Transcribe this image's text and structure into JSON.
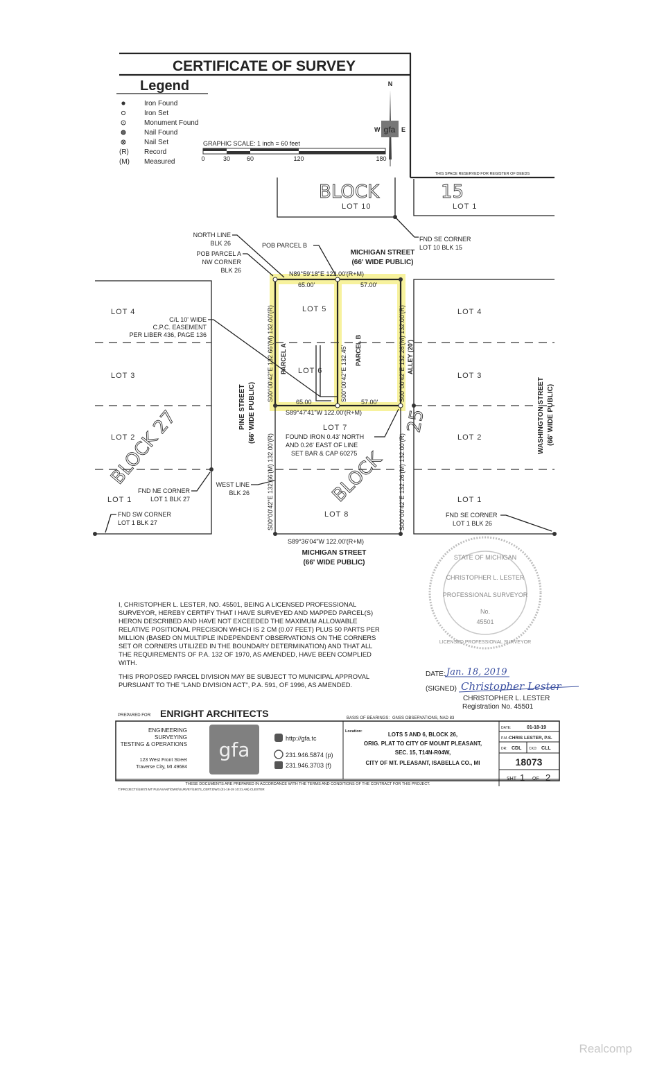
{
  "title": "CERTIFICATE OF SURVEY",
  "legend": {
    "heading": "Legend",
    "items": [
      {
        "symbol": "filled-circle",
        "label": "Iron Found"
      },
      {
        "symbol": "open-circle",
        "label": "Iron Set"
      },
      {
        "symbol": "dotted-circle",
        "label": "Monument Found"
      },
      {
        "symbol": "half-circle",
        "label": "Nail Found"
      },
      {
        "symbol": "crossed-circle",
        "label": "Nail Set"
      },
      {
        "symbol": "(R)",
        "label": "Record"
      },
      {
        "symbol": "(M)",
        "label": "Measured"
      }
    ]
  },
  "scale": {
    "label": "GRAPHIC SCALE: 1 inch = 60 feet",
    "ticks": [
      "0",
      "30",
      "60",
      "120",
      "180"
    ]
  },
  "compass": {
    "n": "N",
    "w": "W",
    "e": "E",
    "logo": "gfa"
  },
  "register_note": "THIS SPACE RESERVED FOR REGISTER OF DEEDS",
  "block15": {
    "word": "BLOCK",
    "number": "15",
    "lot_left": "LOT 10",
    "lot_right": "LOT 1"
  },
  "annotations": {
    "fnd_se_corner_15": [
      "FND SE CORNER",
      "LOT 10 BLK 15"
    ],
    "north_line": [
      "NORTH LINE",
      "BLK 26"
    ],
    "pob_a": [
      "POB PARCEL A",
      "NW CORNER",
      "BLK 26"
    ],
    "pob_b": "POB PARCEL B",
    "easement": [
      "C/L 10' WIDE",
      "C.P.C. EASEMENT",
      "PER LIBER 436, PAGE 136"
    ],
    "found_iron": [
      "FOUND IRON 0.43' NORTH",
      "AND  0.26' EAST OF LINE",
      "SET BAR & CAP 60275"
    ],
    "west_line": [
      "WEST LINE",
      "BLK 26"
    ],
    "fnd_ne_27": [
      "FND NE CORNER",
      "LOT 1 BLK 27"
    ],
    "fnd_sw_27": [
      "FND SW CORNER",
      "LOT 1 BLK 27"
    ],
    "fnd_se_26": [
      "FND SE CORNER",
      "LOT 1 BLK 26"
    ]
  },
  "streets": {
    "michigan_top": [
      "MICHIGAN STREET",
      "(66' WIDE PUBLIC)"
    ],
    "michigan_bottom": [
      "MICHIGAN STREET",
      "(66' WIDE PUBLIC)"
    ],
    "pine": [
      "PINE STREET",
      "(66' WIDE PUBLIC)"
    ],
    "washington": [
      "WASHINGTON STREET",
      "(66' WIDE PUBLIC)"
    ],
    "alley": "ALLEY (20')"
  },
  "dimensions": {
    "north": "N89°59'18\"E  122.00'(R+M)",
    "north_a": "65.00'",
    "north_b": "57.00'",
    "mid": "S89°47'41\"W  122.00'(R+M)",
    "mid_a": "65.00",
    "mid_b": "57.00'",
    "south": "S89°36'04\"W  122.00'(R+M)",
    "west_upper": "S00°00'42\"E  132.66'(M)  132.00'(R)",
    "east_upper": "S00°00'42\"E  132.26'(M)  132.00'(R)",
    "center": "S00°00'42\"E  132.45'",
    "west_lower": "S00°00'42\"E  132.66'(M)  132.00'(R)",
    "east_lower": "S00°00'42\"E  132.26'(M)  132.00'(R)"
  },
  "parcels": {
    "a": "PARCEL A",
    "b": "PARCEL B"
  },
  "lots": {
    "center": [
      "LOT 5",
      "LOT 6",
      "LOT 7",
      "LOT 8"
    ],
    "left": [
      "LOT 4",
      "LOT 3",
      "LOT 2",
      "LOT 1"
    ],
    "right": [
      "LOT 4",
      "LOT 3",
      "LOT 2",
      "LOT 1"
    ]
  },
  "blocks": {
    "left": "BLOCK 27",
    "center": "BLOCK",
    "right": "25"
  },
  "seal": {
    "top": "STATE OF MICHIGAN",
    "name": "CHRISTOPHER L. LESTER",
    "title": "PROFESSIONAL SURVEYOR",
    "no": "No.",
    "number": "45501",
    "ring": "LICENSED PROFESSIONAL SURVEYOR"
  },
  "certification": [
    "I, CHRISTOPHER L. LESTER, NO. 45501, BEING A LICENSED PROFESSIONAL SURVEYOR, HEREBY CERTIFY THAT I HAVE SURVEYED AND MAPPED PARCEL(S) HERON DESCRIBED AND HAVE NOT EXCEEDED THE MAXIMUM ALLOWABLE RELATIVE POSITIONAL PRECISION WHICH IS 2 CM (0.07 FEET) PLUS 50 PARTS PER MILLION (BASED ON MULTIPLE INDEPENDENT OBSERVATIONS ON THE CORNERS SET OR CORNERS UTILIZED IN THE BOUNDARY DETERMINATION) AND THAT ALL THE REQUIREMENTS OF P.A. 132 OF 1970, AS AMENDED, HAVE BEEN COMPLIED WITH.",
    "THIS PROPOSED PARCEL DIVISION MAY BE SUBJECT TO  MUNICIPAL APPROVAL PURSUANT TO THE \"LAND DIVISION ACT\", P.A. 591, OF 1996, AS AMENDED."
  ],
  "signature": {
    "date_label": "DATE:",
    "date_value": "Jan. 18, 2019",
    "signed_label": "(SIGNED)",
    "signature_text": "Christopher Lester",
    "name": "CHRISTOPHER L. LESTER",
    "registration": "Registration No. 45501"
  },
  "prepared_for": {
    "label": "PREPARED FOR:",
    "value": "ENRIGHT ARCHITECTS"
  },
  "basis": {
    "label": "BASIS OF BEARINGS:",
    "value": "GNSS OBSERVATIONS, NAD 83"
  },
  "title_block": {
    "services": [
      "ENGINEERING",
      "SURVEYING",
      "TESTING & OPERATIONS"
    ],
    "address": [
      "123 West Front Street",
      "Traverse City, MI 49684"
    ],
    "logo": "gfa",
    "web": "http://gfa.tc",
    "phone": "231.946.5874 (p)",
    "fax": "231.946.3703 (f)",
    "location_label": "Location:",
    "location": [
      "LOTS 5 AND 6, BLOCK 26,",
      "ORIG. PLAT TO CITY OF MOUNT PLEASANT,",
      "SEC. 15, T14N-R04W,",
      "CITY OF MT. PLEASANT, ISABELLA CO., MI"
    ],
    "date_label": "DATE:",
    "date": "01-18-19",
    "pm_label": "P.M.:",
    "pm": "CHRIS LESTER, P.S.",
    "dr_label": "DR:",
    "dr": "CDL",
    "chk_label": "CKD:",
    "chk": "CLL",
    "job": "18073",
    "sheet_label": "SHT",
    "sheet": "1",
    "of_label": "OF",
    "total": "2",
    "disclaimer": "THESE DOCUMENTS ARE PREPARED IN ACCORDANCE WITH THE TERMS AND CONDITIONS OF THE CONTRACT FOR THIS PROJECT.",
    "file_path": "T:\\PROJECTS\\18073 MT PLEASANT\\DWG\\SURVEY\\18073_CERT.DWG (01-18-19 10:21 AM) CLESTER"
  },
  "watermark": "Realcomp",
  "colors": {
    "highlight": "#f6f08c",
    "ink": "#222222",
    "signature_ink": "#3a4fa0"
  }
}
